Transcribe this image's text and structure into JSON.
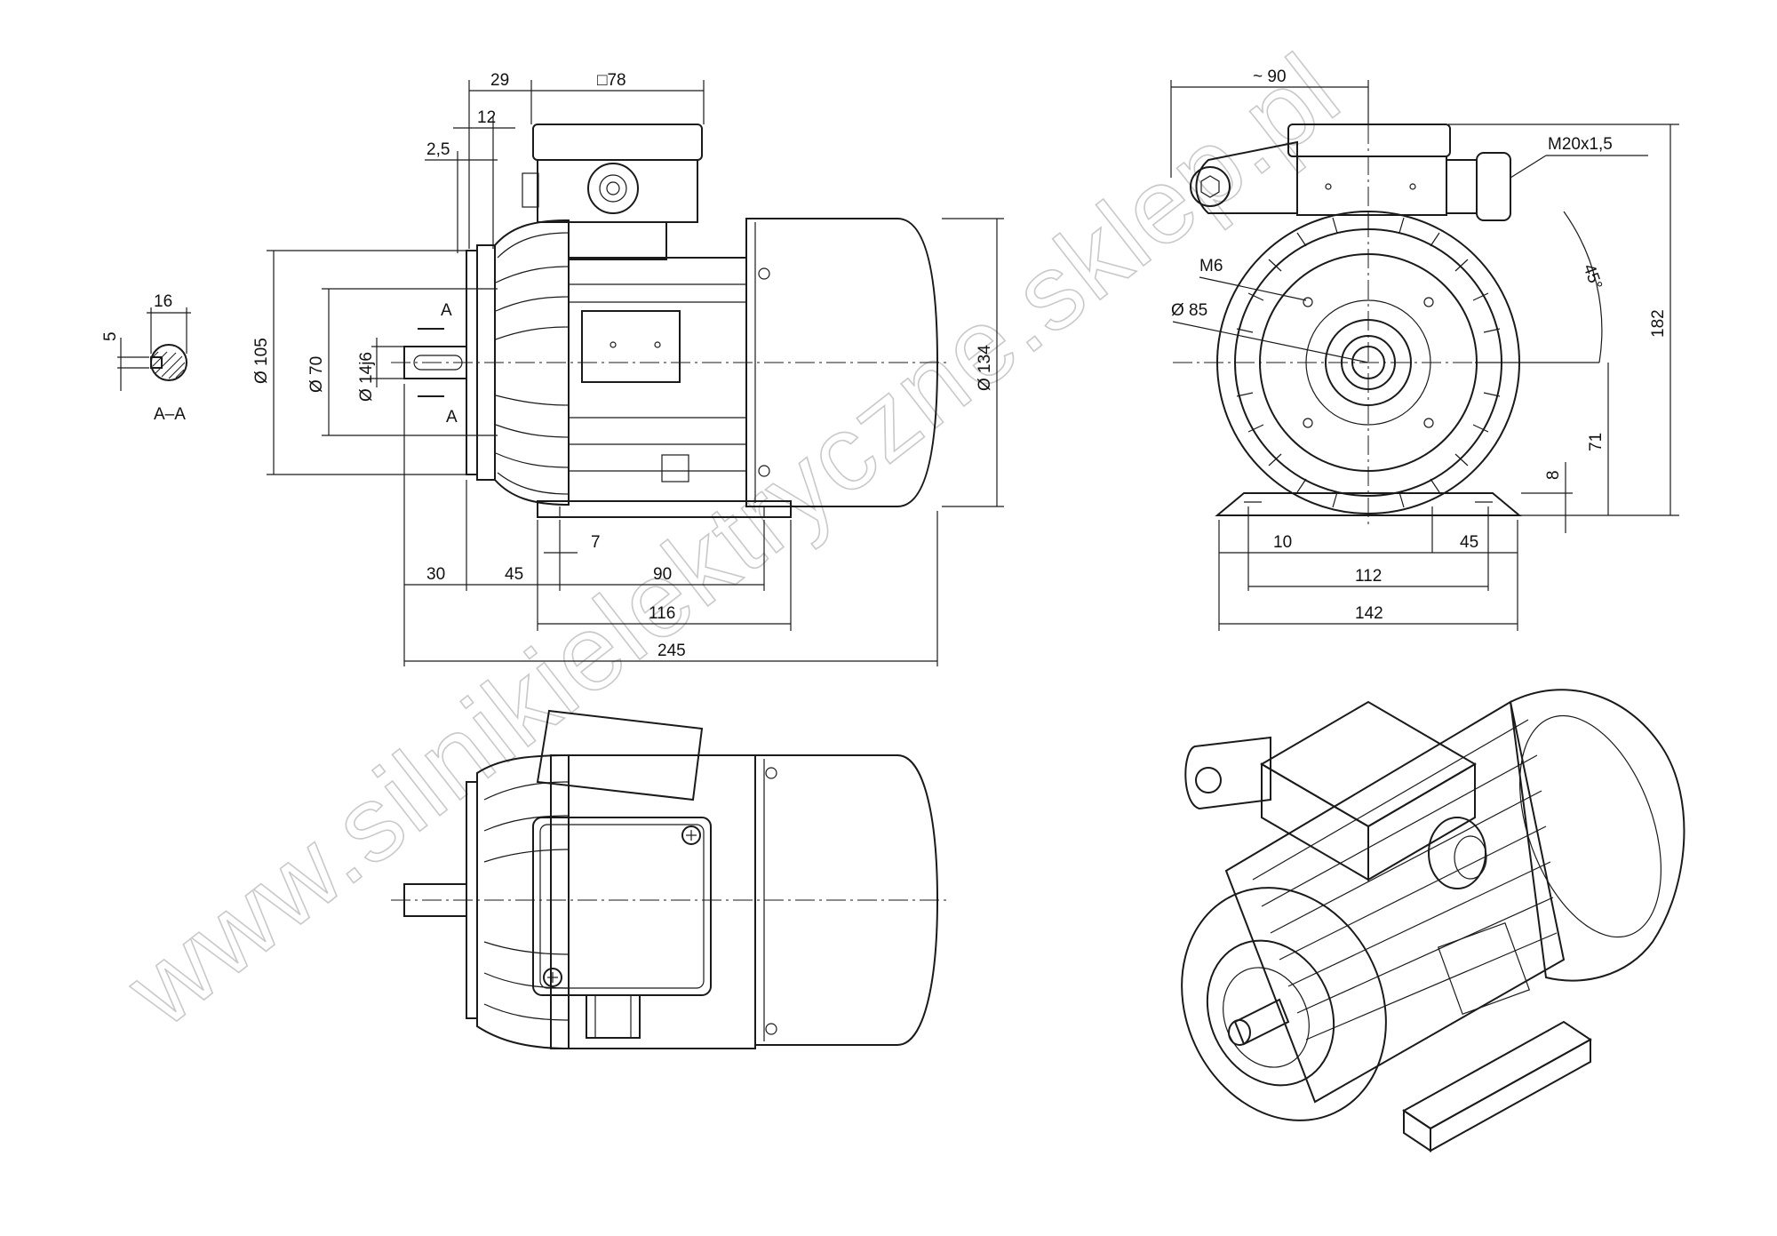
{
  "dimensions": {
    "terminal_box_offset": "29",
    "terminal_box_square": "□78",
    "flange_offset": "12",
    "spigot": "2,5",
    "key_width": "16",
    "key_depth": "5",
    "section_label": "A–A",
    "section_mark_a": "A",
    "flange_dia": "Ø 105",
    "spigot_dia": "Ø 70",
    "shaft_dia": "Ø 14j6",
    "housing_dia": "Ø 134",
    "shaft_length": "30",
    "shaft_shoulder_to_foot": "45",
    "foot_gap": "7",
    "foot_holes_distance": "90",
    "foot_length": "116",
    "overall_length": "245",
    "fan_width": "~ 90",
    "cable_gland": "M20x1,5",
    "angle": "45°",
    "thread": "M6",
    "bolt_circle": "Ø 85",
    "overall_height": "182",
    "shaft_height": "71",
    "foot_thickness": "8",
    "foot_width_hole": "10",
    "foot_hole_offset": "45",
    "foot_holes_width": "112",
    "foot_width": "142"
  },
  "watermark": "www.silnikielektryczne.sklep.pl"
}
